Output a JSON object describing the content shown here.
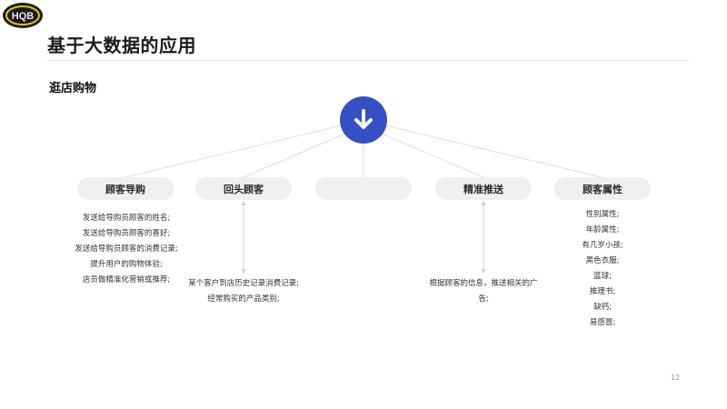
{
  "logo": {
    "text": "HQB"
  },
  "header": {
    "title": "基于大数据的应用"
  },
  "section": {
    "subtitle": "逛店购物"
  },
  "hub": {
    "icon": "arrow-down-icon",
    "color": "#3450c4"
  },
  "nodes": [
    {
      "label": "顾客导购",
      "details": [
        "发送给导购员顾客的姓名;",
        "发送给导购员顾客的喜好;",
        "发送给导购员顾客的消费记录;",
        "提升用户的购物体验;",
        "店员做精准化营销或推荐;"
      ]
    },
    {
      "label": "回头顾客",
      "details": [
        "某个客户到店历史记录消费记录;",
        "经常购买的产品类别;"
      ]
    },
    {
      "label": "",
      "details": []
    },
    {
      "label": "精准推送",
      "details": [
        "根据顾客的信息，推送相关的广",
        "告;"
      ]
    },
    {
      "label": "顾客属性",
      "details": [
        "性别属性;",
        "年龄属性;",
        "有几岁小孩;",
        "黑色衣服;",
        "篮球;",
        "推理书;",
        "缺钙;",
        "易感冒;"
      ]
    }
  ],
  "footer": {
    "page_number": "12"
  }
}
